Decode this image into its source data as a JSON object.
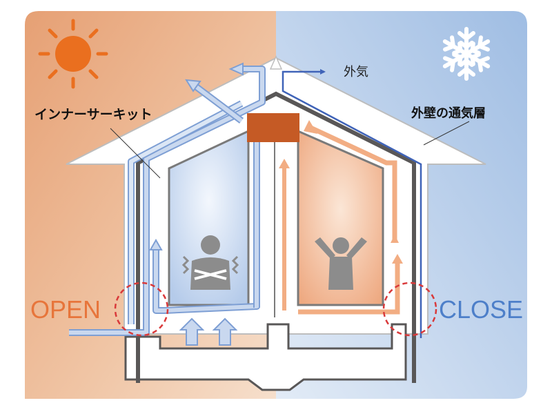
{
  "labels": {
    "exterior_air": "外気",
    "inner_circuit": "インナーサーキット",
    "exterior_wall_vent_layer": "外壁の通気層",
    "open": "OPEN",
    "close": "CLOSE"
  },
  "icons": {
    "summer": "sun-icon",
    "winter": "snowflake-icon",
    "cold_person": "shivering-person-icon",
    "warm_person": "cheering-person-icon"
  },
  "colors": {
    "summer_bg": "#e8a77b",
    "winter_bg": "#a7c1e4",
    "sun": "#ea6f1f",
    "wall": "#595757",
    "inner_arrow": "#c2d3ee",
    "inner_arrow_stroke": "#7e9fd4",
    "warm_arrow": "#f2ad83",
    "outer_line": "#3f63b8",
    "damper": "#c55a25",
    "marker": "#d9393a",
    "open_text": "#e7753b",
    "close_text": "#4d7fc9"
  }
}
